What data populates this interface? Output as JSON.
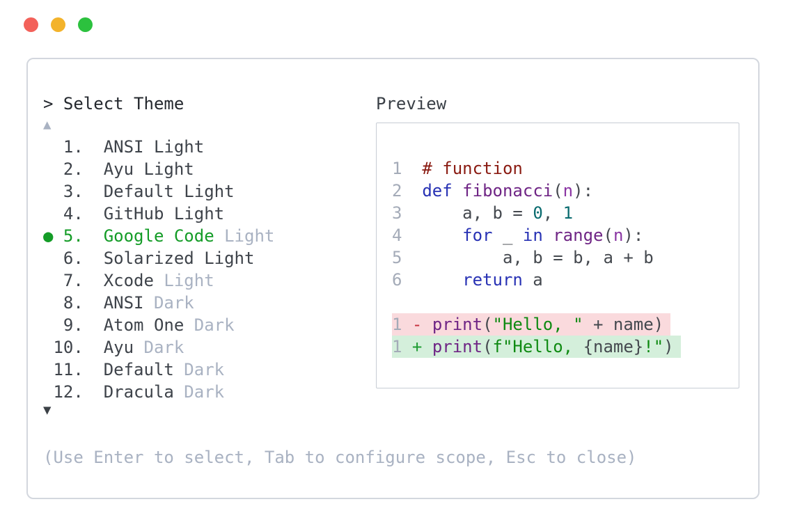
{
  "window": {
    "controls": [
      {
        "name": "close",
        "color_key": "dot-red"
      },
      {
        "name": "minimize",
        "color_key": "dot-yellow"
      },
      {
        "name": "maximize",
        "color_key": "dot-green"
      }
    ]
  },
  "selector": {
    "prompt_symbol": ">",
    "title": "Select Theme",
    "scroll_up_symbol": "▲",
    "scroll_down_symbol": "▼",
    "items": [
      {
        "num": "1",
        "base": "ANSI",
        "suffix": "Light",
        "suffix_dim": false,
        "selected": false
      },
      {
        "num": "2",
        "base": "Ayu",
        "suffix": "Light",
        "suffix_dim": false,
        "selected": false
      },
      {
        "num": "3",
        "base": "Default",
        "suffix": "Light",
        "suffix_dim": false,
        "selected": false
      },
      {
        "num": "4",
        "base": "GitHub",
        "suffix": "Light",
        "suffix_dim": false,
        "selected": false
      },
      {
        "num": "5",
        "base": "Google Code",
        "suffix": "Light",
        "suffix_dim": true,
        "selected": true
      },
      {
        "num": "6",
        "base": "Solarized",
        "suffix": "Light",
        "suffix_dim": false,
        "selected": false
      },
      {
        "num": "7",
        "base": "Xcode",
        "suffix": "Light",
        "suffix_dim": true,
        "selected": false
      },
      {
        "num": "8",
        "base": "ANSI",
        "suffix": "Dark",
        "suffix_dim": true,
        "selected": false
      },
      {
        "num": "9",
        "base": "Atom One",
        "suffix": "Dark",
        "suffix_dim": true,
        "selected": false
      },
      {
        "num": "10",
        "base": "Ayu",
        "suffix": "Dark",
        "suffix_dim": true,
        "selected": false
      },
      {
        "num": "11",
        "base": "Default",
        "suffix": "Dark",
        "suffix_dim": true,
        "selected": false
      },
      {
        "num": "12",
        "base": "Dracula",
        "suffix": "Dark",
        "suffix_dim": true,
        "selected": false
      }
    ],
    "selected_bullet": "●",
    "help": "(Use Enter to select, Tab to configure scope, Esc to close)"
  },
  "preview": {
    "title": "Preview",
    "code_lines": [
      {
        "num": "1",
        "tokens": [
          {
            "t": "# function",
            "c": "comment"
          }
        ]
      },
      {
        "num": "2",
        "tokens": [
          {
            "t": "def",
            "c": "keyword"
          },
          {
            "t": " ",
            "c": "plain"
          },
          {
            "t": "fibonacci",
            "c": "function"
          },
          {
            "t": "(",
            "c": "plain"
          },
          {
            "t": "n",
            "c": "param"
          },
          {
            "t": "):",
            "c": "plain"
          }
        ]
      },
      {
        "num": "3",
        "tokens": [
          {
            "t": "    a, b = ",
            "c": "plain"
          },
          {
            "t": "0",
            "c": "number"
          },
          {
            "t": ", ",
            "c": "plain"
          },
          {
            "t": "1",
            "c": "number"
          }
        ]
      },
      {
        "num": "4",
        "tokens": [
          {
            "t": "    ",
            "c": "plain"
          },
          {
            "t": "for",
            "c": "keyword"
          },
          {
            "t": " _ ",
            "c": "plain"
          },
          {
            "t": "in",
            "c": "keyword"
          },
          {
            "t": " ",
            "c": "plain"
          },
          {
            "t": "range",
            "c": "function"
          },
          {
            "t": "(",
            "c": "plain"
          },
          {
            "t": "n",
            "c": "param"
          },
          {
            "t": "):",
            "c": "plain"
          }
        ]
      },
      {
        "num": "5",
        "tokens": [
          {
            "t": "        a, b = b, a + b",
            "c": "plain"
          }
        ]
      },
      {
        "num": "6",
        "tokens": [
          {
            "t": "    ",
            "c": "plain"
          },
          {
            "t": "return",
            "c": "keyword"
          },
          {
            "t": " a",
            "c": "plain"
          }
        ]
      }
    ],
    "diff_lines": [
      {
        "num": "1",
        "sign": "-",
        "kind": "deletion",
        "tokens": [
          {
            "t": "print",
            "c": "function"
          },
          {
            "t": "(",
            "c": "plain"
          },
          {
            "t": "\"Hello, \"",
            "c": "string"
          },
          {
            "t": " + name)",
            "c": "plain"
          }
        ]
      },
      {
        "num": "1",
        "sign": "+",
        "kind": "addition",
        "tokens": [
          {
            "t": "print",
            "c": "function"
          },
          {
            "t": "(",
            "c": "plain"
          },
          {
            "t": "f\"Hello, ",
            "c": "string"
          },
          {
            "t": "{name}",
            "c": "plain"
          },
          {
            "t": "!\"",
            "c": "string"
          },
          {
            "t": ")",
            "c": "plain"
          }
        ]
      }
    ]
  },
  "colors": {
    "dot-red": "#f3615a",
    "dot-yellow": "#f3b32b",
    "dot-green": "#2cc13e",
    "panel-border": "#d3d7de",
    "box-border": "#c7ccd4",
    "title": "#24282e",
    "preview-title": "#3a4047",
    "item": "#3e434a",
    "dim": "#a9b2c2",
    "green": "#149c27",
    "arrow-dark": "#3b4046",
    "linenum": "#a4abb8",
    "code-plain": "#45494f",
    "comment": "#8a1b12",
    "keyword": "#2832b4",
    "function": "#6f2585",
    "param": "#8a35a3",
    "number": "#0a6b6f",
    "string": "#0f8a12",
    "diff-minus": "#c5303c",
    "diff-plus": "#1f9c33",
    "del-bg": "#fadadd",
    "add-bg": "#d4efdb"
  }
}
